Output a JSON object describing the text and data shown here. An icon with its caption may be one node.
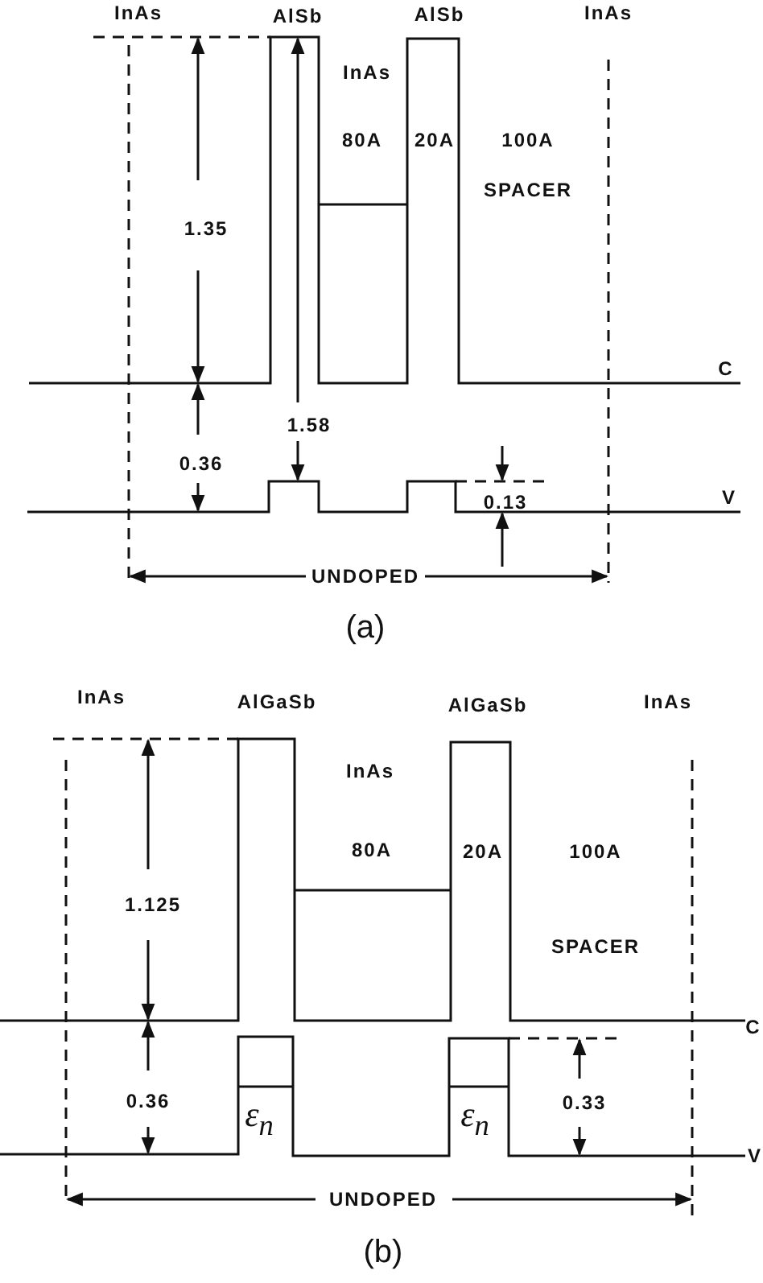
{
  "diagram": {
    "labels": [
      "InAs",
      "AlSb",
      "AlSb",
      "InAs",
      "InAs",
      "80A",
      "20A",
      "100A",
      "1.35",
      "SPACER",
      "C",
      "1.58",
      "0.36",
      "0.13",
      "V",
      "UNDOPED",
      "(a)",
      "InAs",
      "AlGaSb",
      "AlGaSb",
      "InAs",
      "InAs",
      "80A",
      "20A",
      "100A",
      "1.125",
      "SPACER",
      "C",
      "0.36",
      "ε$_{n}$",
      "ε$_{n}$",
      "0.33",
      "V",
      "UNDOPED",
      "(b)"
    ]
  }
}
